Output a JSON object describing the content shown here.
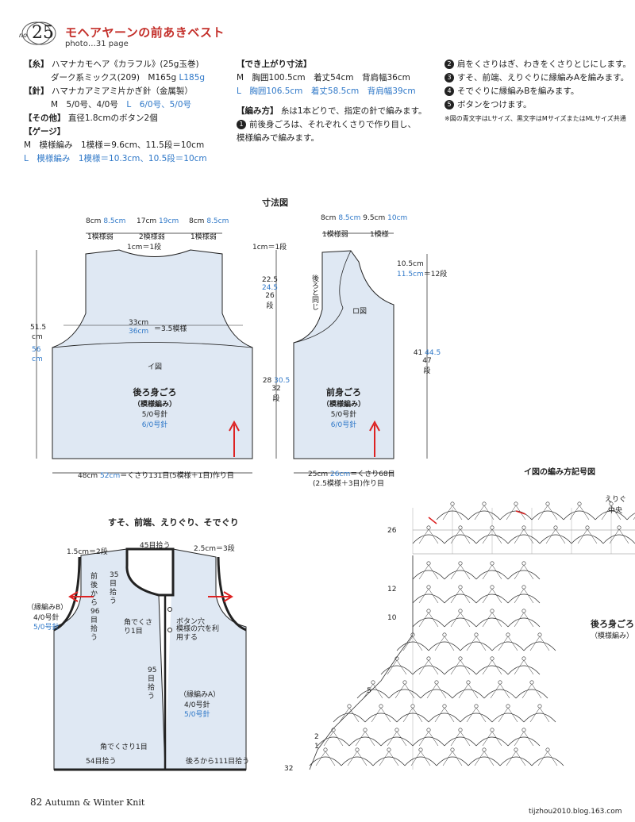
{
  "header": {
    "number": "25",
    "no": "no.",
    "title": "モヘアヤーンの前あきベスト",
    "photo": "photo…31 page"
  },
  "materials": {
    "yarn_label": "【糸】",
    "yarn_line1": "ハマナカモヘア《カラフル》(25g玉巻)",
    "yarn_line2a": "ダーク系ミックス(209)　M165g",
    "yarn_line2b": "L185g",
    "needle_label": "【針】",
    "needle_line1": "ハマナカアミアミ片かぎ針（金属製）",
    "needle_line2a": "M　5/0号、4/0号",
    "needle_line2b": "L　6/0号、5/0号",
    "other_label": "【その他】",
    "other_line": "直径1.8cmのボタン2個",
    "gauge_label": "【ゲージ】",
    "gauge_m": "M　模様編み　1模様＝9.6cm、11.5段＝10cm",
    "gauge_l": "L　模様編み　1模様＝10.3cm、10.5段＝10cm"
  },
  "finished": {
    "label": "【でき上がり寸法】",
    "m": "M　胸囲100.5cm　着丈54cm　背肩幅36cm",
    "l": "L　胸囲106.5cm　着丈58.5cm　背肩幅39cm",
    "method_label": "【編み方】",
    "method_text": "糸は1本どりで、指定の針で編みます。",
    "step1a": "前後身ごろは、それぞれくさりで作り目し、",
    "step1b": "模様編みで編みます。"
  },
  "steps": {
    "s2": "肩をくさりはぎ、わきをくさりとじにします。",
    "s3": "すそ、前端、えりぐりに縁編みAを編みます。",
    "s4": "そでぐりに縁編みBを編みます。",
    "s5": "ボタンをつけます。",
    "note": "※図の青文字はLサイズ、黒文字はMサイズまたはMLサイズ共通"
  },
  "diagram": {
    "title": "寸法図",
    "back": {
      "name": "後ろ身ごろ",
      "stitch": "（模様編み）",
      "needle_m": "5/0号針",
      "needle_l": "6/0号針",
      "top_8": "8cm",
      "top_8l": "8.5cm",
      "top_17": "17cm",
      "top_19": "19cm",
      "top_8b": "8cm",
      "top_8bl": "8.5cm",
      "m1": "1模様弱",
      "m2": "2模様弱",
      "m3": "1模様弱",
      "neck": "1cm＝1段",
      "mid": "33cm",
      "mid_l": "36cm",
      "mid_m": "＝3.5模様",
      "a_label": "イ図",
      "h_total": "51.5",
      "h_total_l": "56",
      "cm": "cm",
      "bottom": "48cm",
      "bottom_l": "52cm",
      "bottom_t": "＝くさり131目(5模様＋1目)作り目"
    },
    "front": {
      "name": "前身ごろ",
      "stitch": "（模様編み）",
      "needle_m": "5/0号針",
      "needle_l": "6/0号針",
      "top_8": "8cm",
      "top_8l": "8.5cm",
      "top_95": "9.5cm",
      "top_10": "10cm",
      "m1": "1模様弱",
      "m2": "1模様",
      "neck1": "1cm＝1段",
      "h225": "22.5",
      "h245": "24.5",
      "h26": "26",
      "h28": "28",
      "h305": "30.5",
      "h32": "32",
      "dan": "段",
      "same": "後ろと同じ",
      "ro_label": "ロ図",
      "r105": "10.5cm",
      "r115": "11.5cm",
      "r12": "＝12段",
      "r41": "41",
      "r445": "44.5",
      "r47": "47",
      "bottom": "25cm",
      "bottom_l": "26cm",
      "bottom_t": "＝くさり68目",
      "bottom_t2": "(2.5模様＋3目)作り目"
    },
    "edge": {
      "title": "すそ、前端、えりぐり、そでぐり",
      "b1": "1.5cm＝2段",
      "b2": "45目拾う",
      "b3": "2.5cm＝3段",
      "b4": "前後から96目拾う",
      "b5": "35目拾う",
      "b6": "（縁編みB）",
      "b7": "4/0号針",
      "b8": "5/0号針",
      "b9": "角でくさり1目",
      "b10": "ボタン穴",
      "b11": "模様の穴を利用する",
      "b12": "95目拾う",
      "b13": "（縁編みA）",
      "b14": "4/0号針",
      "b15": "5/0号針",
      "b16": "角でくさり1目",
      "b17": "54目拾う",
      "b18": "後ろから111目拾う"
    },
    "chart": {
      "title": "イ図の編み方記号図",
      "r26": "26",
      "r12": "12",
      "r10": "10",
      "r5": "5",
      "r2": "2",
      "r1": "1",
      "r32": "32",
      "back": "後ろ身ごろ",
      "back2": "（模様編み）",
      "collar": "えりぐ",
      "center": "中央"
    }
  },
  "footer": {
    "page": "82",
    "text": "Autumn & Winter Knit",
    "site": "tijzhou2010.blog.163.com"
  }
}
